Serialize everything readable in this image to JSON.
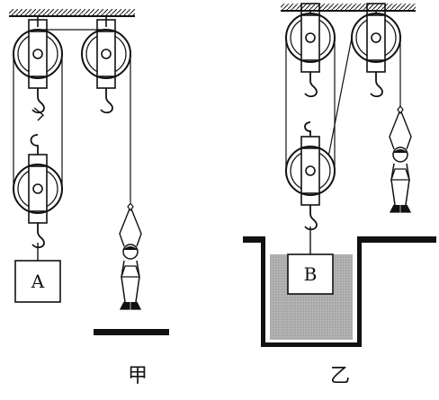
{
  "diagrams": [
    {
      "caption": "甲",
      "load_label": "A"
    },
    {
      "caption": "乙",
      "load_label": "B"
    }
  ],
  "colors": {
    "ink": "#111111",
    "water": "#a9a9a9",
    "bg": "#ffffff"
  }
}
